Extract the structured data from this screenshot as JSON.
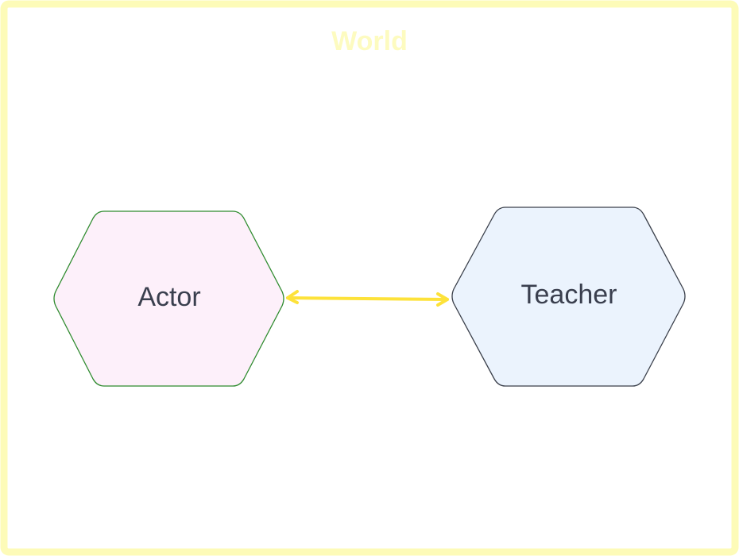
{
  "frame": {
    "title": "World",
    "border_color": "#fdfbb8",
    "title_color": "#fdfbc0"
  },
  "nodes": [
    {
      "id": "actor",
      "label": "Actor",
      "fill": "#fdf0fa",
      "stroke": "#2e8b2e"
    },
    {
      "id": "teacher",
      "label": "Teacher",
      "fill": "#ebf3fd",
      "stroke": "#3a3f4a"
    }
  ],
  "edge": {
    "from": "actor",
    "to": "teacher",
    "direction": "bidirectional",
    "color": "#fde23a"
  },
  "text_color": "#3a3f4e"
}
